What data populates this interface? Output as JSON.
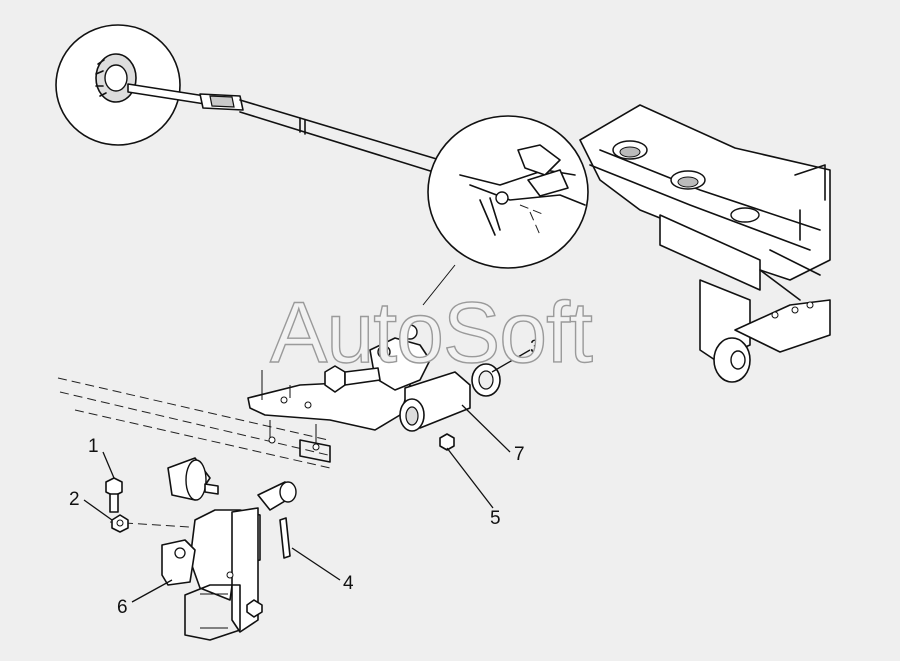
{
  "watermark": "AutoSoft",
  "callouts": [
    {
      "id": "1",
      "label": "1"
    },
    {
      "id": "2",
      "label": "2"
    },
    {
      "id": "3",
      "label": "3"
    },
    {
      "id": "4",
      "label": "4"
    },
    {
      "id": "5",
      "label": "5"
    },
    {
      "id": "6",
      "label": "6"
    },
    {
      "id": "7",
      "label": "7"
    }
  ],
  "colors": {
    "line": "#111111",
    "background": "#efefef",
    "shade": "#c9c9c9"
  }
}
